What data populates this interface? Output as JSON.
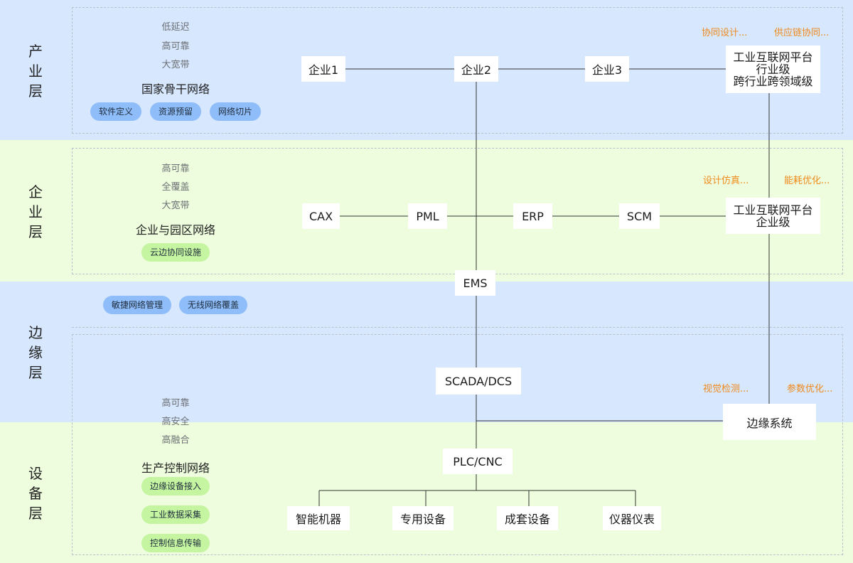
{
  "layers": {
    "industry": "产业层",
    "enterprise": "企业层",
    "edge": "边缘层",
    "device": "设备层"
  },
  "industry_net": {
    "props": [
      "低延迟",
      "高可靠",
      "大宽带"
    ],
    "title": "国家骨干网络",
    "pills": [
      "软件定义",
      "资源预留",
      "网络切片"
    ]
  },
  "enterprise_net": {
    "props": [
      "高可靠",
      "全覆盖",
      "大宽带"
    ],
    "title": "企业与园区网络",
    "pills": [
      "云边协同设施"
    ]
  },
  "edge_net": {
    "pills": [
      "敏捷网络管理",
      "无线网络覆盖"
    ]
  },
  "device_net": {
    "props": [
      "高可靠",
      "高安全",
      "高融合"
    ],
    "title": "生产控制网络",
    "pills": [
      "边缘设备接入",
      "工业数据采集",
      "控制信息传输"
    ]
  },
  "nodes": {
    "ent1": "企业1",
    "ent2": "企业2",
    "ent3": "企业3",
    "platform_industry": [
      "工业互联网平台",
      "行业级",
      "跨行业跨领域级"
    ],
    "cax": "CAX",
    "pml": "PML",
    "erp": "ERP",
    "scm": "SCM",
    "platform_enterprise": [
      "工业互联网平台",
      "企业级"
    ],
    "ems": "EMS",
    "scada": "SCADA/DCS",
    "edge_system": "边缘系统",
    "plc": "PLC/CNC",
    "dev1": "智能机器",
    "dev2": "专用设备",
    "dev3": "成套设备",
    "dev4": "仪器仪表"
  },
  "tags": {
    "t1": "协同设计...",
    "t2": "供应链协同...",
    "t3": "设计仿真...",
    "t4": "能耗优化...",
    "t5": "视觉检测...",
    "t6": "参数优化..."
  },
  "colors": {
    "blue_band": "#d6e7fe",
    "green_band": "#edfddd",
    "blue_pill": "#8fbdf9",
    "green_pill": "#c5f5a0",
    "tag_orange": "#f08a1c",
    "line": "#333333"
  }
}
